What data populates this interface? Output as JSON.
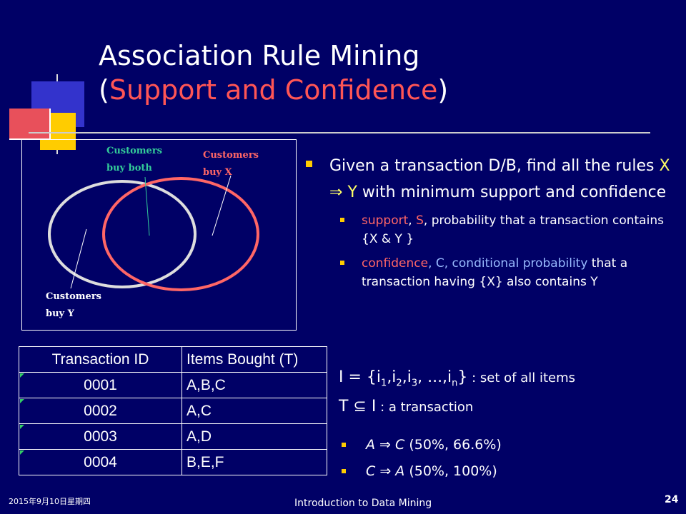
{
  "title": {
    "main": "Association Rule Mining",
    "open_paren": "(",
    "sub": "Support and Confidence",
    "close_paren": ")"
  },
  "venn": {
    "label_both_1": "Customers",
    "label_both_2": "buy both",
    "label_x_1": "Customers",
    "label_x_2": "buy X",
    "label_y_1": "Customers",
    "label_y_2": "buy Y",
    "colors": {
      "y_circle": "#dddddd",
      "x_circle": "#ff6666",
      "both_label": "#33cc99"
    }
  },
  "bullets": {
    "main_1": "Given a transaction D/B, find all the rules ",
    "main_x": "X",
    "main_arrow": " ⇒ ",
    "main_y": "Y",
    "main_2": " with minimum support and confidence",
    "support_term": "support",
    "support_sep": ", ",
    "support_s": "S",
    "support_rest": ", probability that a transaction contains {X & Y }",
    "conf_term": "confidence",
    "conf_sep": ", ",
    "conf_c": "C",
    "conf_rest1": ", conditional probability",
    "conf_rest2": " that a transaction having {X} also contains Y"
  },
  "sets": {
    "i_prefix": "I = {i",
    "i_sub1": "1",
    "i_c1": ",i",
    "i_sub2": "2",
    "i_c2": ",i",
    "i_sub3": "3",
    "i_c3": ", ...,i",
    "i_subn": "n",
    "i_close": "}",
    "i_desc": " : set of all items",
    "t_prefix": "T ⊆ I",
    "t_desc": " : a transaction"
  },
  "rules": [
    {
      "lhs": "A",
      "arrow": " ⇒ ",
      "rhs": "C",
      "value": "  (50%, 66.6%)"
    },
    {
      "lhs": "C",
      "arrow": " ⇒ ",
      "rhs": "A",
      "value": "  (50%, 100%)"
    }
  ],
  "table": {
    "headers": [
      "Transaction ID",
      "Items Bought (T)"
    ],
    "rows": [
      [
        "0001",
        "A,B,C"
      ],
      [
        "0002",
        "A,C"
      ],
      [
        "0003",
        "A,D"
      ],
      [
        "0004",
        "B,E,F"
      ]
    ]
  },
  "footer": {
    "date": "2015年9月10日星期四",
    "center": "Introduction to Data Mining",
    "page": "24"
  },
  "colors": {
    "background": "#000066",
    "accent_yellow": "#ffcc00",
    "accent_red": "#ff6666",
    "accent_blue": "#3333cc"
  }
}
